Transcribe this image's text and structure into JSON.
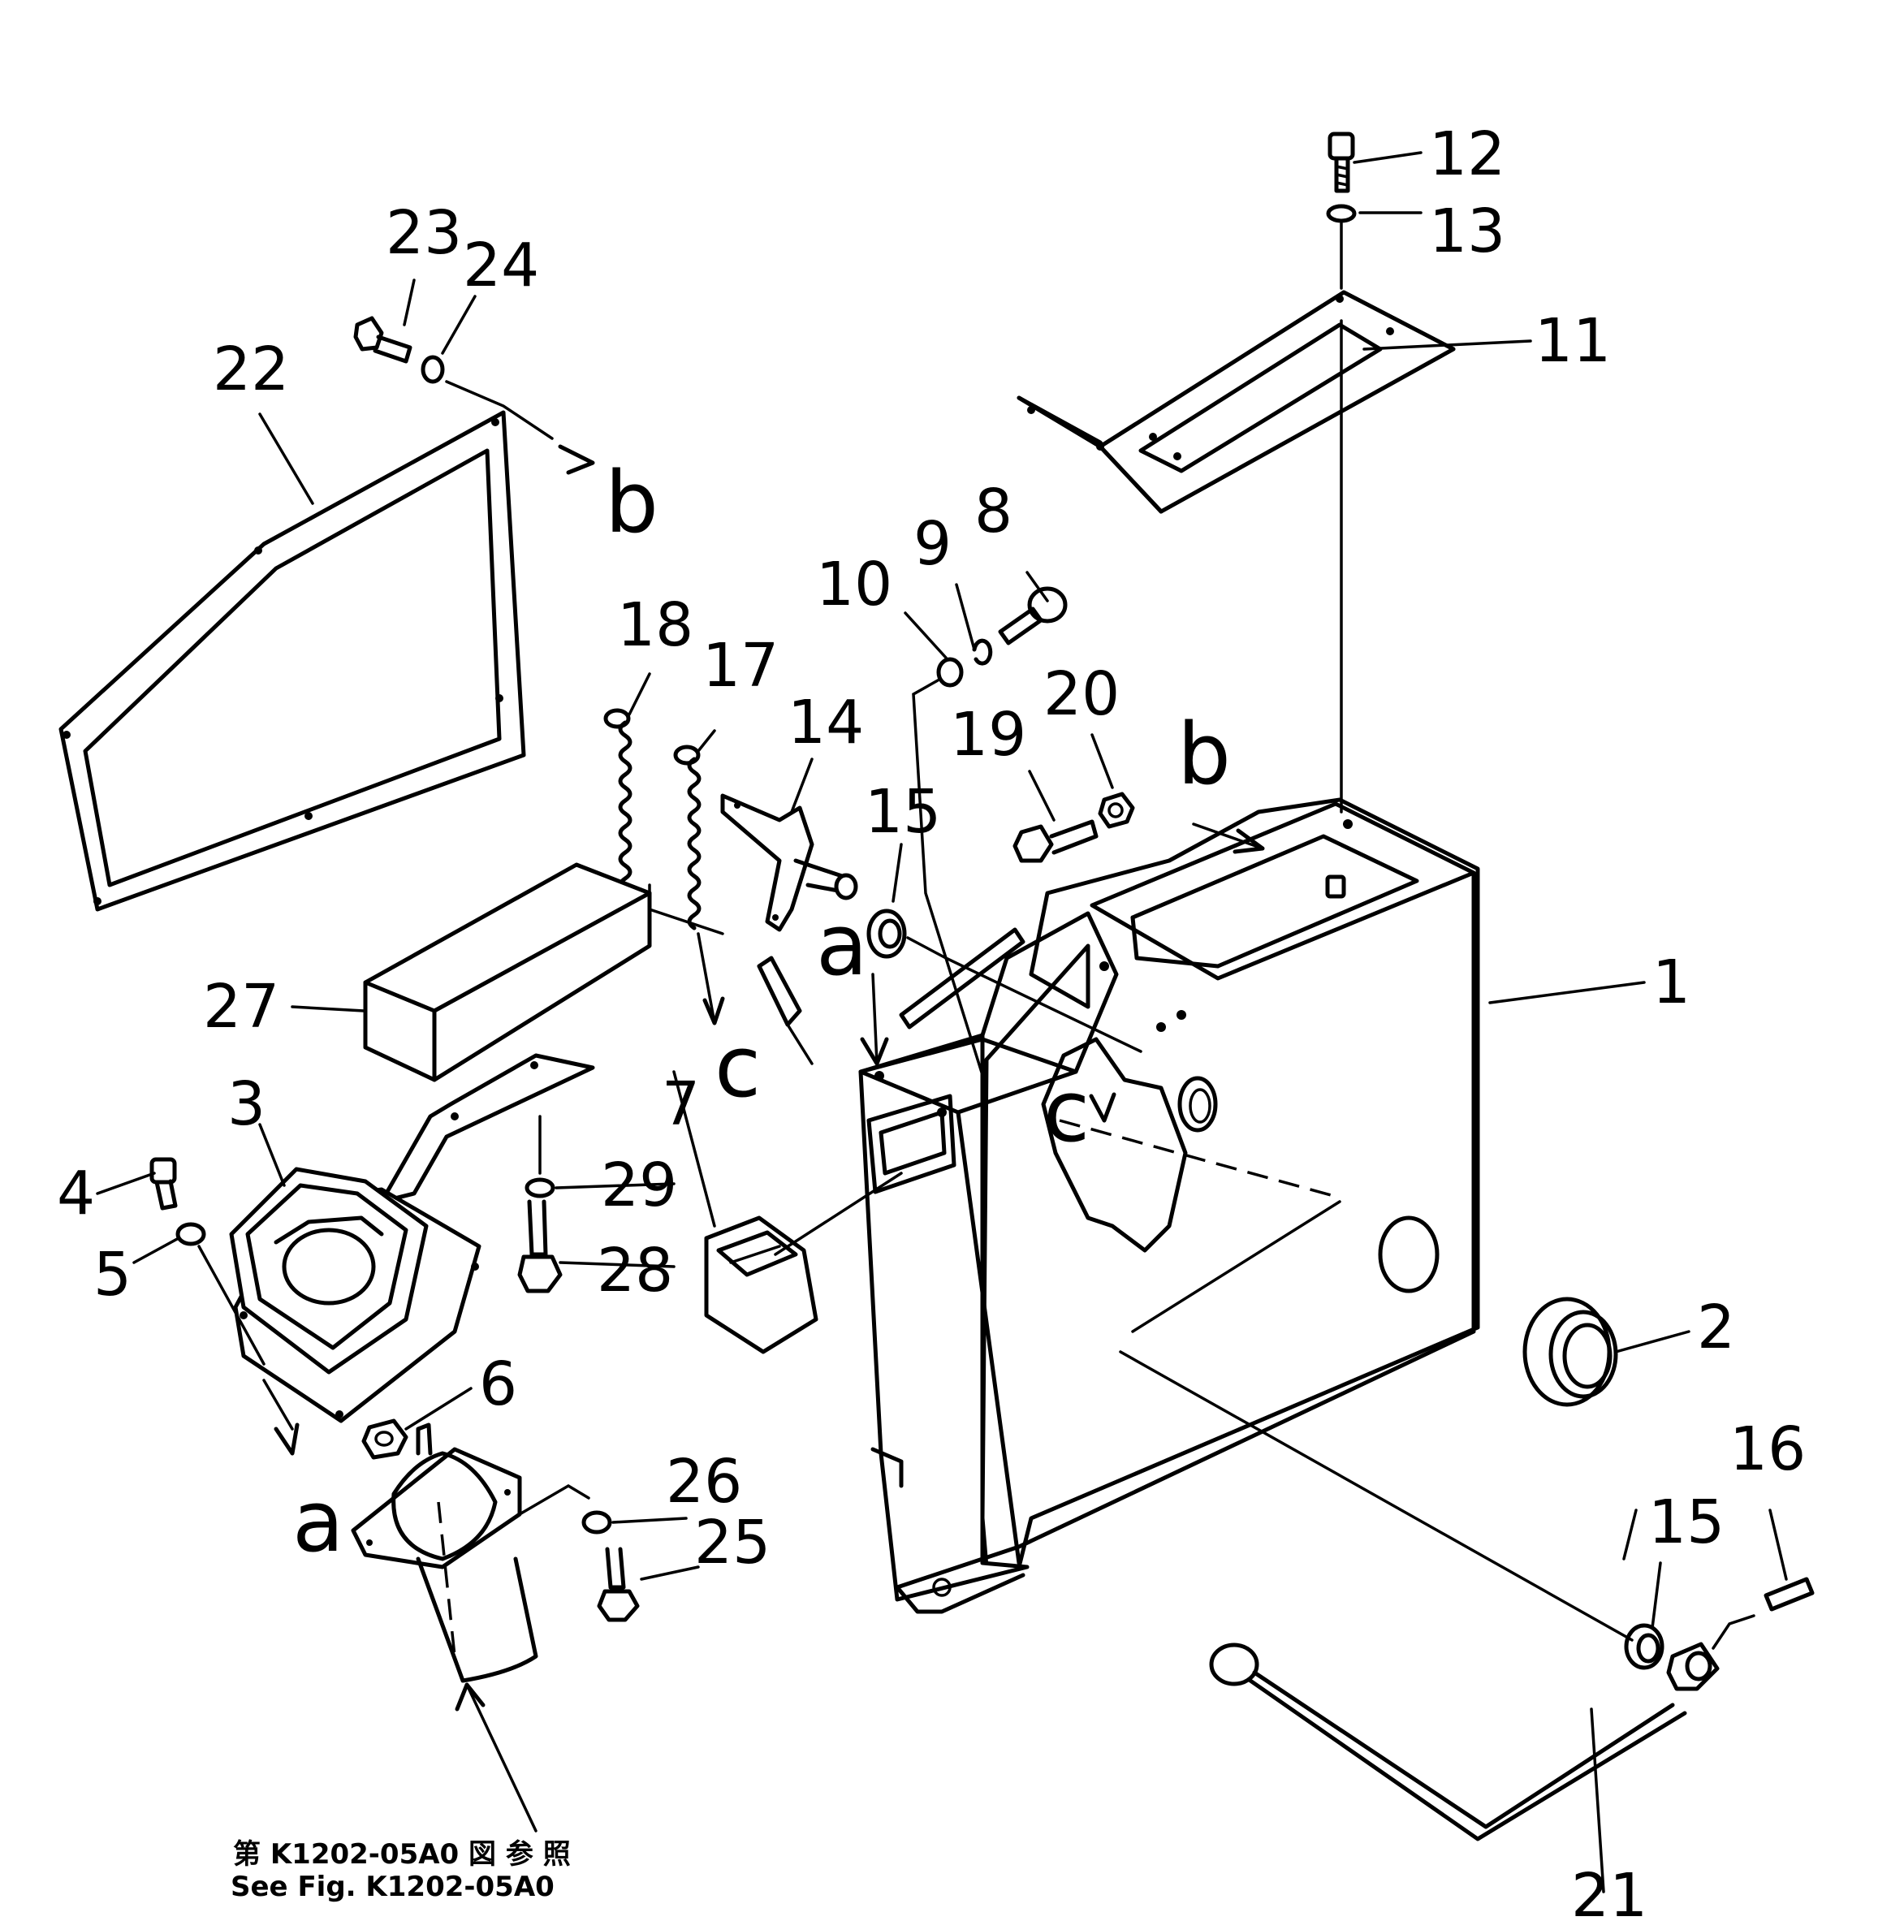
{
  "callouts": {
    "c1": "1",
    "c2": "2",
    "c3": "3",
    "c4": "4",
    "c5": "5",
    "c6": "6",
    "c7": "7",
    "c8": "8",
    "c9": "9",
    "c10": "10",
    "c11": "11",
    "c12": "12",
    "c13": "13",
    "c14": "14",
    "c15a": "15",
    "c15b": "15",
    "c16": "16",
    "c17": "17",
    "c18": "18",
    "c19": "19",
    "c20": "20",
    "c21": "21",
    "c22": "22",
    "c23": "23",
    "c24": "24",
    "c25": "25",
    "c26": "26",
    "c27": "27",
    "c28": "28",
    "c29": "29"
  },
  "refs": {
    "a1": "a",
    "a2": "a",
    "b1": "b",
    "b2": "b",
    "c1": "c",
    "c2": "c"
  },
  "note": {
    "line1": "第 K1202-05A0 図 参 照",
    "line2": "See Fig. K1202-05A0"
  }
}
